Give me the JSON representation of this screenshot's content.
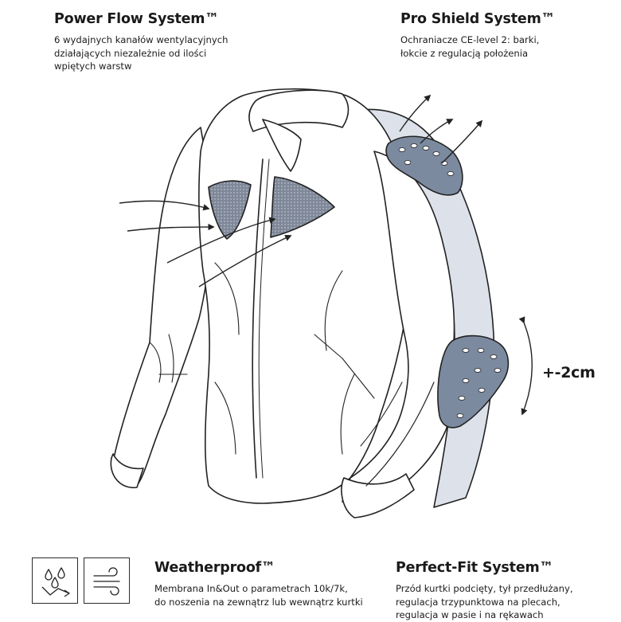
{
  "features": {
    "power_flow": {
      "title": "Power Flow System™",
      "description": "6 wydajnych kanałów wentylacyjnych\ndziałających niezależnie od ilości\nwpiętych warstw"
    },
    "pro_shield": {
      "title": "Pro Shield System™",
      "description": "Ochraniacze CE-level 2: barki,\nłokcie z regulacją położenia"
    },
    "weatherproof": {
      "title": "Weatherproof™",
      "description": "Membrana In&Out o parametrach 10k/7k,\ndo noszenia na zewnątrz lub wewnątrz kurtki"
    },
    "perfect_fit": {
      "title": "Perfect-Fit System™",
      "description": "Przód kurtki podcięty, tył przedłużany,\nregulacja trzypunktowa na plecach,\nregulacja w pasie i na rękawach"
    }
  },
  "adjustment": {
    "label": "+-2cm"
  },
  "icons": [
    "water-drops-icon",
    "wind-icon"
  ],
  "colors": {
    "protector": "#7c8aa0",
    "mesh": "#8a93a3",
    "lining": "#dde2ea",
    "outline": "#222222"
  }
}
